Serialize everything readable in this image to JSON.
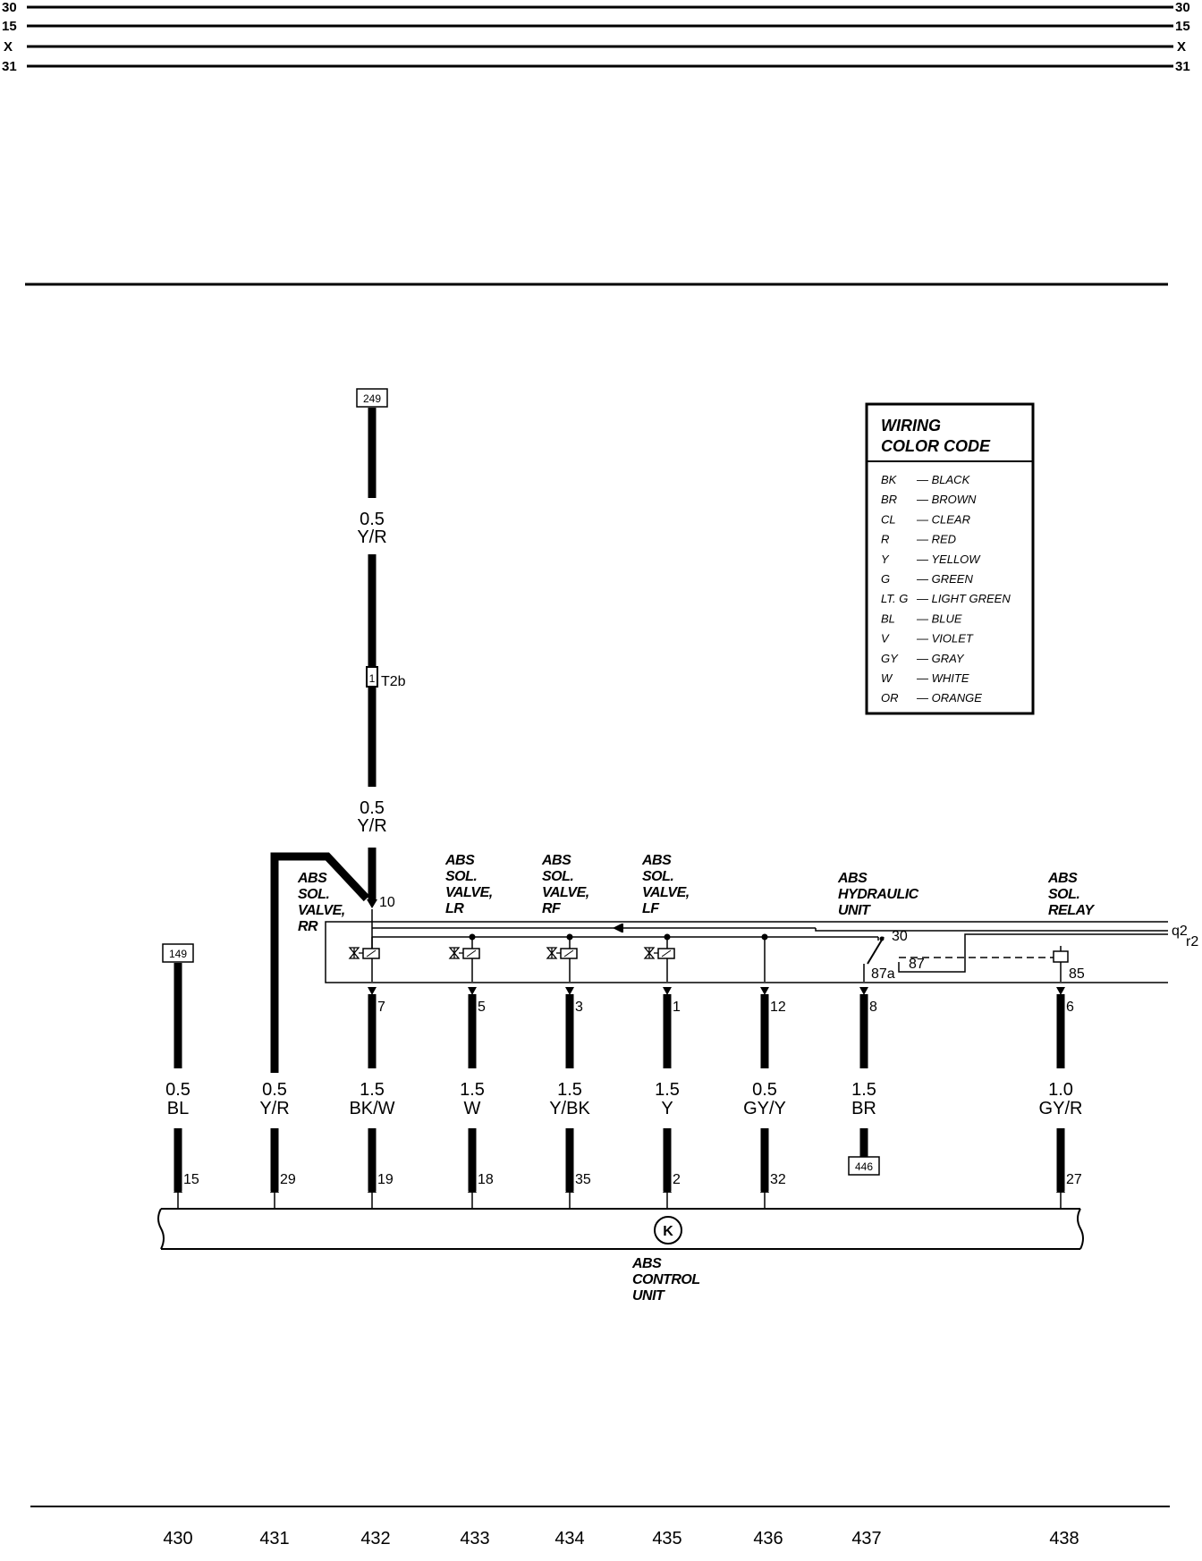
{
  "rails": [
    {
      "id": "30",
      "left": "30",
      "right": "30"
    },
    {
      "id": "15",
      "left": "15",
      "right": "15"
    },
    {
      "id": "X",
      "left": "X",
      "right": "X"
    },
    {
      "id": "31",
      "left": "31",
      "right": "31"
    }
  ],
  "legend": {
    "title_line1": "WIRING",
    "title_line2": "COLOR CODE",
    "rows": [
      {
        "code": "BK",
        "name": "— BLACK"
      },
      {
        "code": "BR",
        "name": "— BROWN"
      },
      {
        "code": "CL",
        "name": "— CLEAR"
      },
      {
        "code": "R",
        "name": "— RED"
      },
      {
        "code": "Y",
        "name": "— YELLOW"
      },
      {
        "code": "G",
        "name": "— GREEN"
      },
      {
        "code": "LT. G",
        "name": "— LIGHT GREEN"
      },
      {
        "code": "BL",
        "name": "— BLUE"
      },
      {
        "code": "V",
        "name": "— VIOLET"
      },
      {
        "code": "GY",
        "name": "— GRAY"
      },
      {
        "code": "W",
        "name": "— WHITE"
      },
      {
        "code": "OR",
        "name": "— ORANGE"
      }
    ]
  },
  "refs": {
    "top_ref": "249",
    "left_ref": "149",
    "br_ref": "446"
  },
  "top_wire": {
    "size1": "0.5",
    "color1": "Y/R",
    "connector": "T2b",
    "connector_pin": "1",
    "size2": "0.5",
    "color2": "Y/R",
    "pin": "10"
  },
  "components": {
    "rr": [
      "ABS",
      "SOL.",
      "VALVE,",
      "RR"
    ],
    "lr": [
      "ABS",
      "SOL.",
      "VALVE,",
      "LR"
    ],
    "rf": [
      "ABS",
      "SOL.",
      "VALVE,",
      "RF"
    ],
    "lf": [
      "ABS",
      "SOL.",
      "VALVE,",
      "LF"
    ],
    "hyd": [
      "ABS",
      "HYDRAULIC",
      "UNIT"
    ],
    "relay": [
      "ABS",
      "SOL.",
      "RELAY"
    ],
    "control": [
      "ABS",
      "CONTROL",
      "UNIT"
    ],
    "control_symbol": "K"
  },
  "relay_pins": {
    "p30": "30",
    "p87a": "87a",
    "p87": "87",
    "p85": "85",
    "q2": "q2",
    "r2": "r2"
  },
  "wires": [
    {
      "id": "w430",
      "size": "0.5",
      "color": "BL",
      "hyd_pin": "",
      "ecu_pin": "15"
    },
    {
      "id": "w431",
      "size": "0.5",
      "color": "Y/R",
      "hyd_pin": "",
      "ecu_pin": "29"
    },
    {
      "id": "w432",
      "size": "1.5",
      "color": "BK/W",
      "hyd_pin": "7",
      "ecu_pin": "19"
    },
    {
      "id": "w433",
      "size": "1.5",
      "color": "W",
      "hyd_pin": "5",
      "ecu_pin": "18"
    },
    {
      "id": "w434",
      "size": "1.5",
      "color": "Y/BK",
      "hyd_pin": "3",
      "ecu_pin": "35"
    },
    {
      "id": "w435",
      "size": "1.5",
      "color": "Y",
      "hyd_pin": "1",
      "ecu_pin": "2"
    },
    {
      "id": "w436",
      "size": "0.5",
      "color": "GY/Y",
      "hyd_pin": "12",
      "ecu_pin": "32"
    },
    {
      "id": "w437",
      "size": "1.5",
      "color": "BR",
      "hyd_pin": "8",
      "ecu_pin": ""
    },
    {
      "id": "w438",
      "size": "1.0",
      "color": "GY/R",
      "hyd_pin": "6",
      "ecu_pin": "27"
    }
  ],
  "columns": [
    "430",
    "431",
    "432",
    "433",
    "434",
    "435",
    "436",
    "437",
    "438"
  ]
}
